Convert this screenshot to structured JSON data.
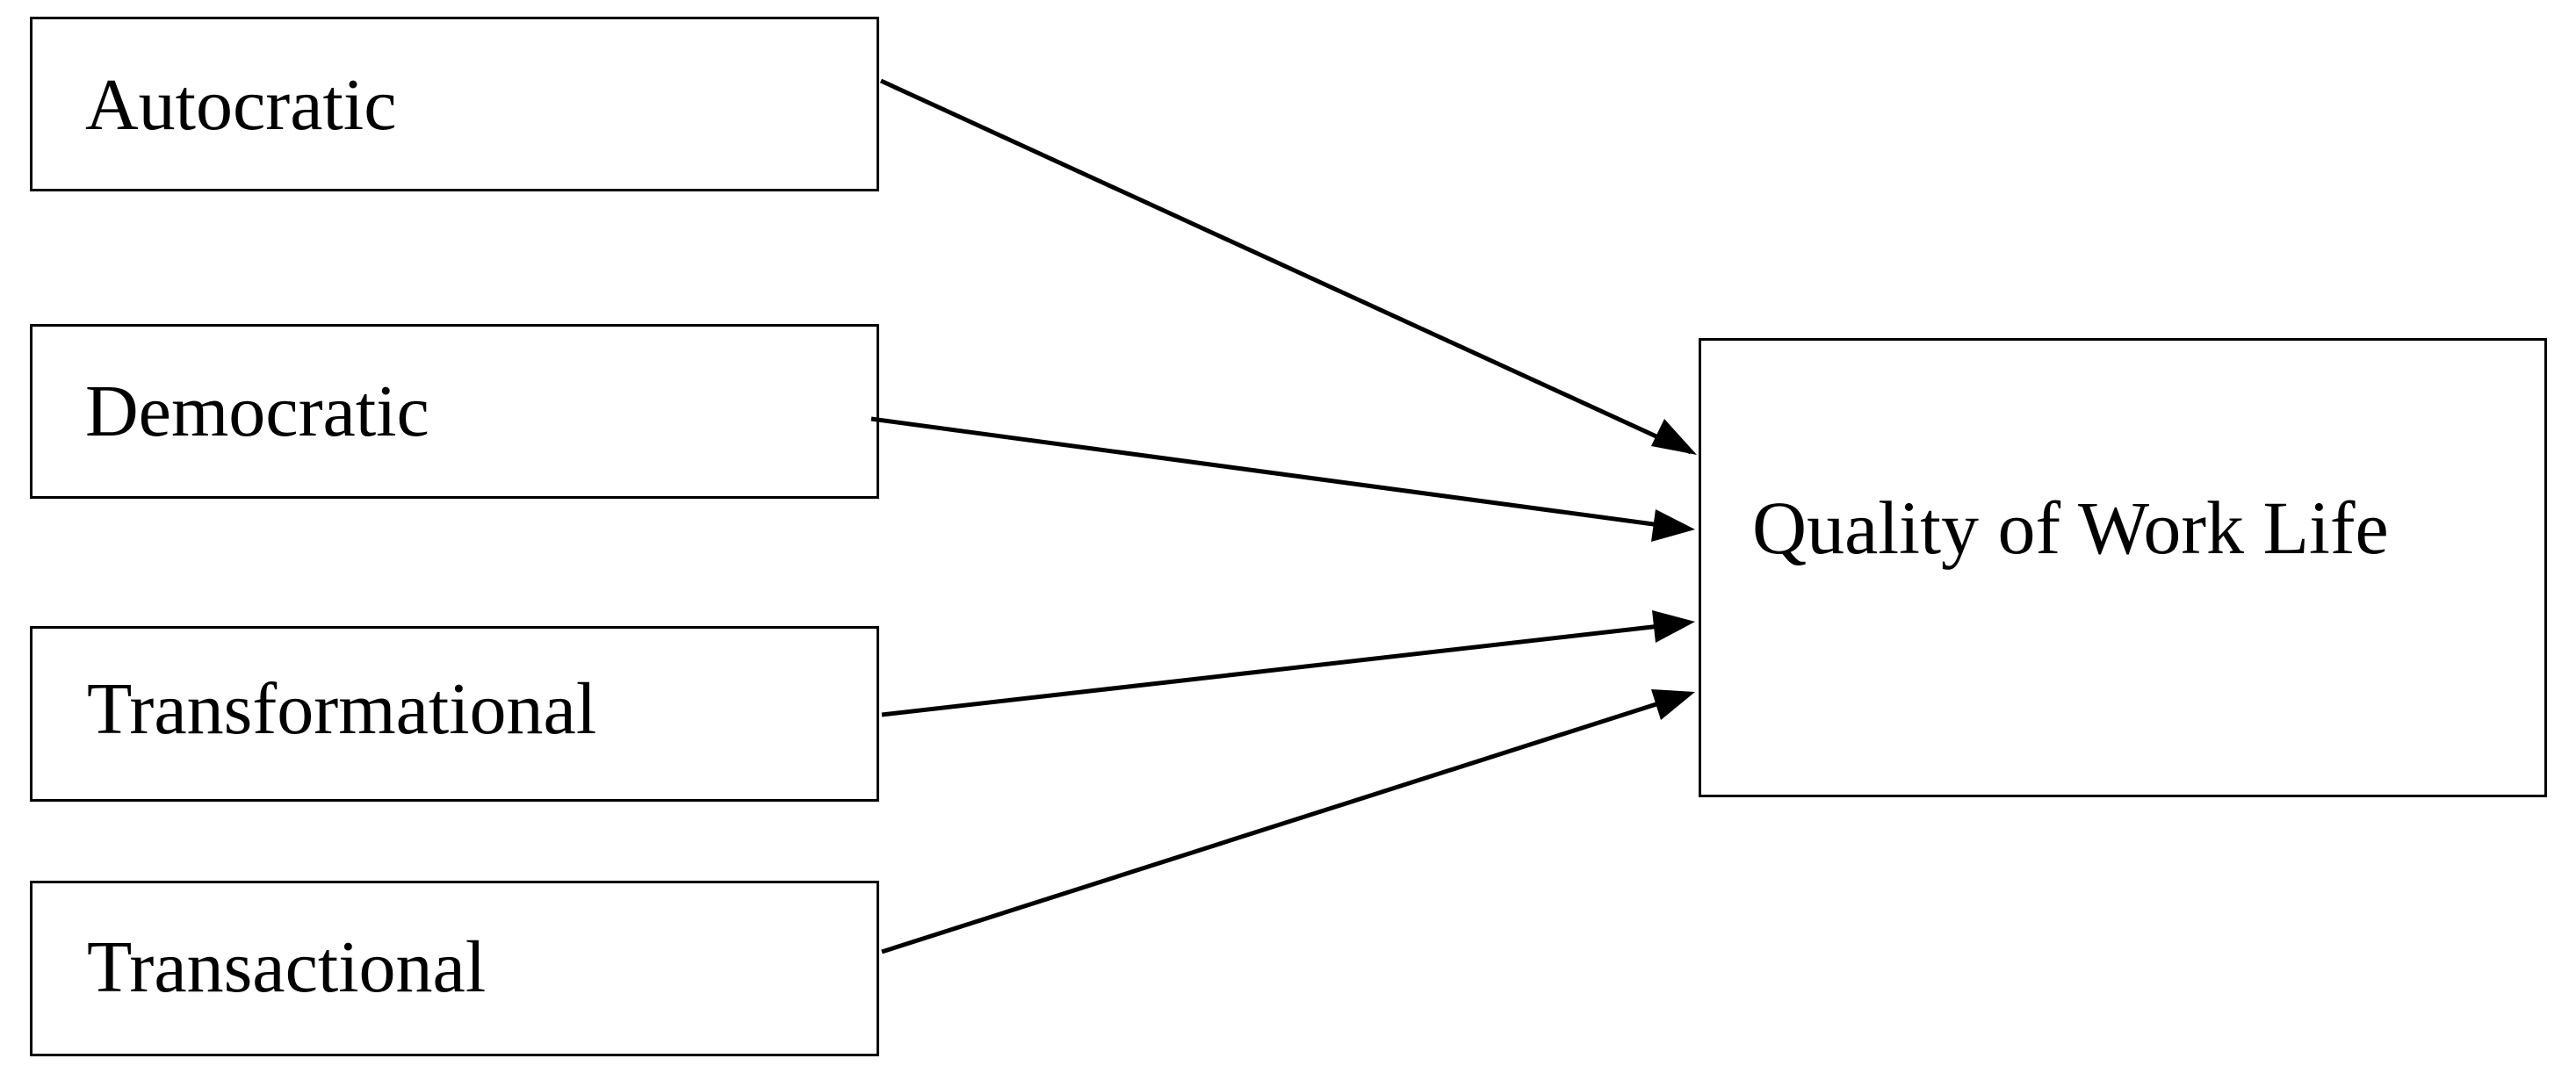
{
  "predictors": [
    {
      "label": "Autocratic"
    },
    {
      "label": "Democratic"
    },
    {
      "label": "Transformational"
    },
    {
      "label": "Transactional"
    }
  ],
  "outcome": {
    "label": "Quality of Work Life"
  },
  "colors": {
    "stroke": "#000000",
    "background": "#ffffff"
  }
}
